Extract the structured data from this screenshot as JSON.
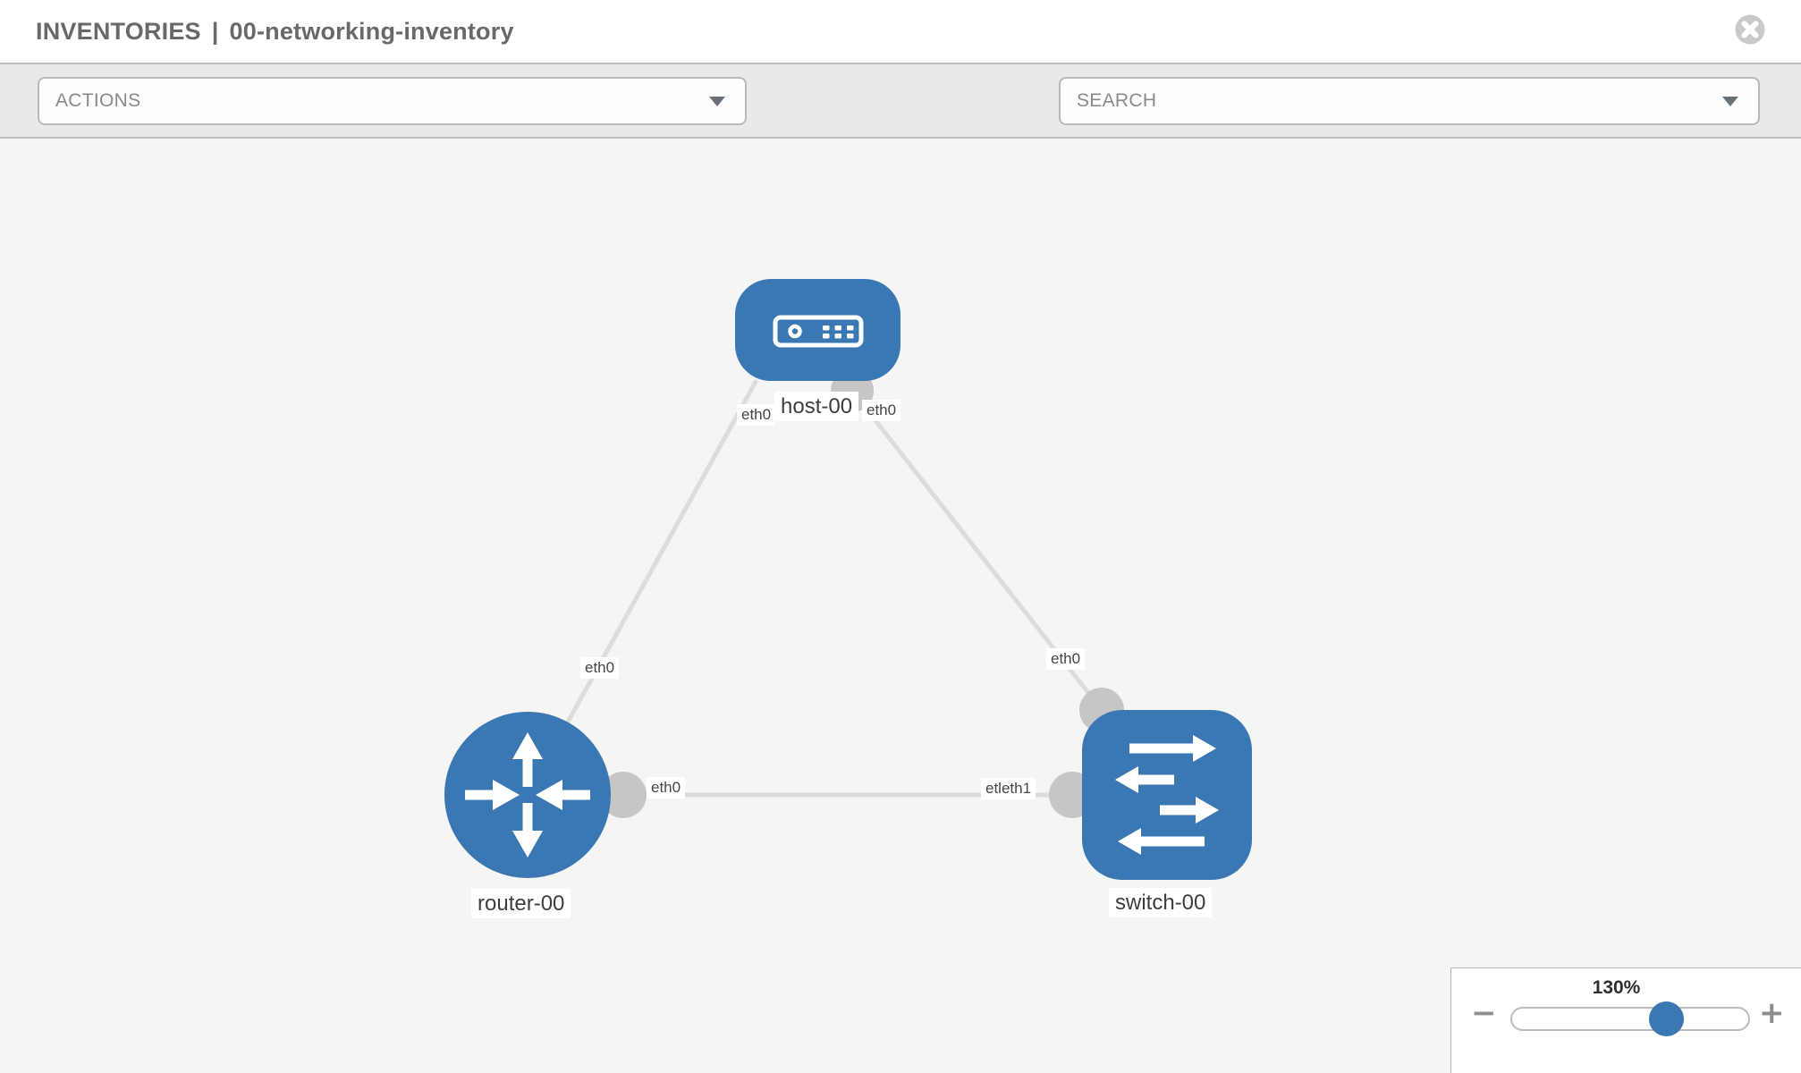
{
  "header": {
    "section": "INVENTORIES",
    "separator": "|",
    "inventory_name": "00-networking-inventory"
  },
  "toolbar": {
    "actions_label": "ACTIONS",
    "search_label": "SEARCH",
    "icons": [
      "wrench-icon",
      "key-icon"
    ]
  },
  "topology": {
    "nodes": [
      {
        "label": "host-00",
        "type": "host"
      },
      {
        "label": "router-00",
        "type": "router"
      },
      {
        "label": "switch-00",
        "type": "switch"
      }
    ],
    "links": [
      {
        "from": "host-00",
        "to": "router-00"
      },
      {
        "from": "host-00",
        "to": "switch-00"
      },
      {
        "from": "router-00",
        "to": "switch-00"
      }
    ],
    "interface_labels": {
      "host_left": "eth0",
      "host_right": "eth0",
      "link_host_router": "eth0",
      "link_host_switch": "eth0",
      "link_router_switch_near_router": "eth0",
      "link_router_switch_near_switch": "etleth1"
    }
  },
  "zoom_control": {
    "level": "130%",
    "minus_glyph": "−",
    "plus_glyph": "+"
  },
  "colors": {
    "node_blue": "#3b77b3",
    "edge_gray": "#dcdcdc",
    "port_gray": "#c6c6c6",
    "canvas_bg": "#f5f5f5",
    "toolbar_bg": "#e9e9e9"
  }
}
